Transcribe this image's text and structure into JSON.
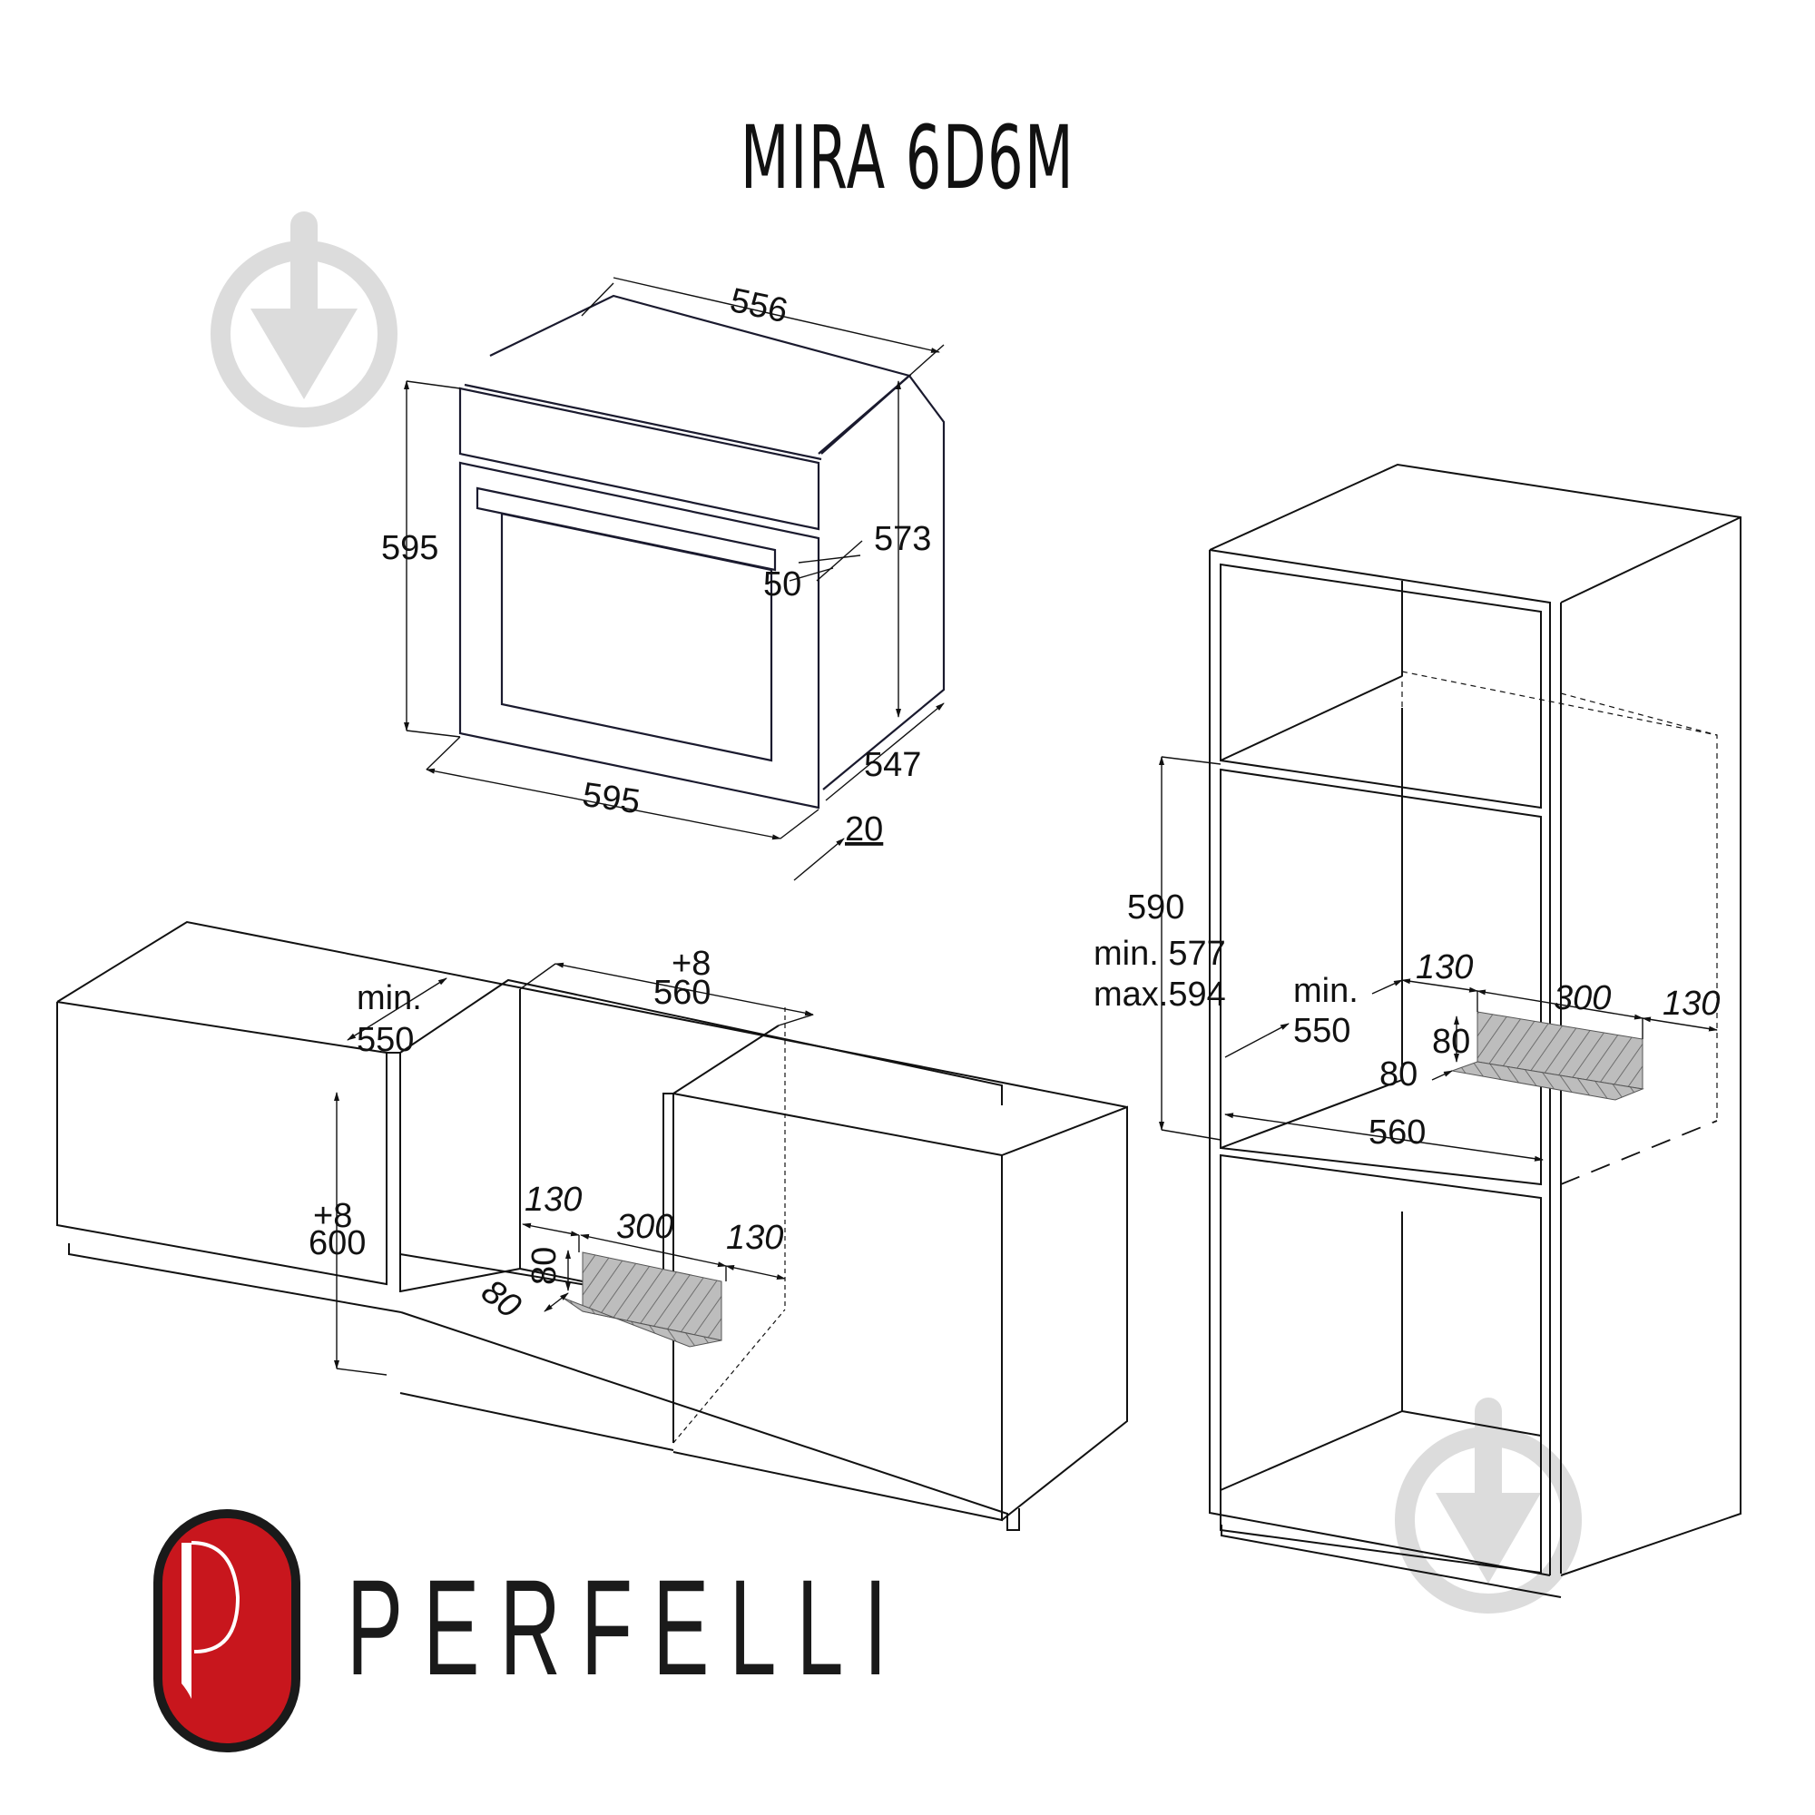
{
  "title": "MIRA 6D6M",
  "brand": {
    "name": "PERFELLI",
    "logo_letter": "P",
    "colors": {
      "red": "#C8161D",
      "outline": "#1a1a1a",
      "text": "#1a1a1a"
    }
  },
  "watermark": {
    "icon": "trowel-download-icon",
    "color": "#dcdcdc"
  },
  "oven": {
    "dims": {
      "depth_top": "556",
      "height_front": "595",
      "height_side": "573",
      "handle_offset": "50",
      "width_front": "595",
      "depth_body": "547",
      "front_thickness": "20"
    }
  },
  "base_cabinet": {
    "dims": {
      "width_tol": "+8",
      "width": "560",
      "depth_label_1": "min.",
      "depth_label_2": "550",
      "height_tol": "+8",
      "height": "600",
      "vent_left": "130",
      "vent_center": "300",
      "vent_right": "130",
      "vent_height": "80",
      "vent_depth": "80"
    }
  },
  "tall_cabinet": {
    "dims": {
      "height_nominal": "590",
      "height_min": "min. 577",
      "height_max": "max.594",
      "depth_label_1": "min.",
      "depth_label_2": "550",
      "vent_left": "130",
      "vent_center": "300",
      "vent_right": "130",
      "vent_height": "80",
      "vent_depth": "80",
      "width": "560"
    }
  }
}
